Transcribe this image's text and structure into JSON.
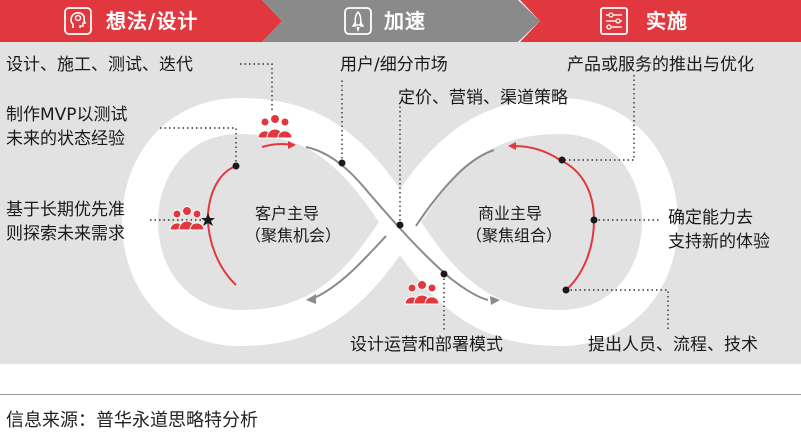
{
  "phases": [
    {
      "label": "想法/设计",
      "icon": "bulb-head-icon",
      "color": "#e0383e"
    },
    {
      "label": "加速",
      "icon": "rocket-icon",
      "color": "#8a8a8a"
    },
    {
      "label": "实施",
      "icon": "sliders-panel-icon",
      "color": "#e0383e"
    }
  ],
  "loops": {
    "left": {
      "title": "客户主导",
      "subtitle": "（聚焦机会）"
    },
    "right": {
      "title": "商业主导",
      "subtitle": "（聚焦组合）"
    }
  },
  "annotations": {
    "design_iterate": "设计、施工、测试、迭代",
    "mvp_line1": "制作MVP以测试",
    "mvp_line2": "未来的状态经验",
    "explore_line1": "基于长期优先准",
    "explore_line2": "则探索未来需求",
    "users_segments": "用户/细分市场",
    "pricing": "定价、营销、渠道策略",
    "ops_model": "设计运营和部署模式",
    "launch_optimize": "产品或服务的推出与优化",
    "capability_line1": "确定能力去",
    "capability_line2": "支持新的体验",
    "people_process": "提出人员、流程、技术"
  },
  "source": "信息来源：普华永道思略特分析",
  "colors": {
    "red": "#e0383e",
    "gray": "#8a8a8a",
    "background": "#e2e2e2",
    "dark": "#1a1a1a"
  }
}
